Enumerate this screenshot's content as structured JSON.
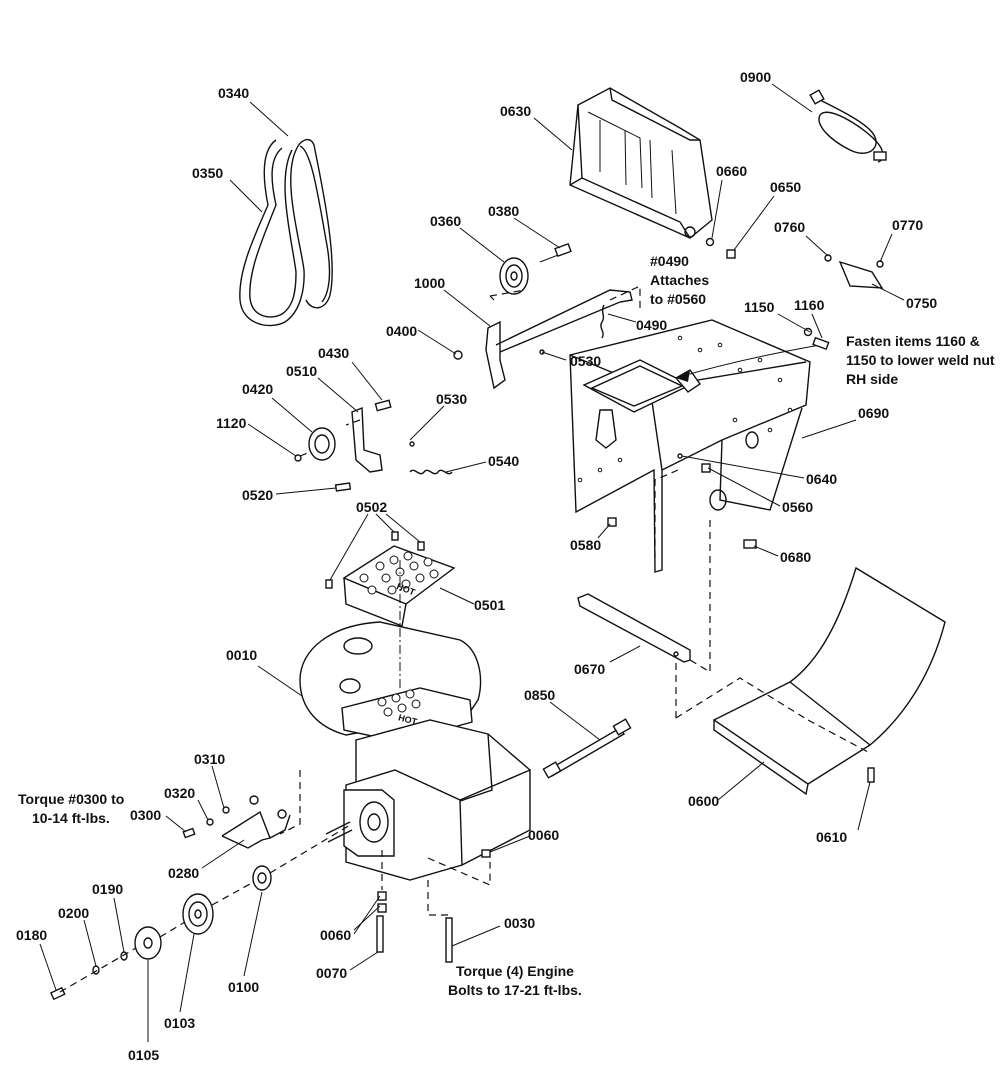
{
  "labels": {
    "p0340": "0340",
    "p0350": "0350",
    "p0630": "0630",
    "p0900": "0900",
    "p0660": "0660",
    "p0650": "0650",
    "p0760": "0760",
    "p0770": "0770",
    "p0750": "0750",
    "p0360": "0360",
    "p0380": "0380",
    "p1000": "1000",
    "p0490": "0490",
    "p0400": "0400",
    "p0530a": "0530",
    "p0430": "0430",
    "p0510": "0510",
    "p0420": "0420",
    "p0530b": "0530",
    "p1120": "1120",
    "p0540": "0540",
    "p0520": "0520",
    "p1150": "1150",
    "p1160": "1160",
    "p0690": "0690",
    "p0640": "0640",
    "p0560": "0560",
    "p0580": "0580",
    "p0680": "0680",
    "p0502": "0502",
    "p0501": "0501",
    "p0010": "0010",
    "p0670": "0670",
    "p0850": "0850",
    "p0310": "0310",
    "p0320": "0320",
    "p0300": "0300",
    "p0280": "0280",
    "p0060a": "0060",
    "p0600": "0600",
    "p0610": "0610",
    "p0190": "0190",
    "p0200": "0200",
    "p0180": "0180",
    "p0060b": "0060",
    "p0030": "0030",
    "p0070": "0070",
    "p0100": "0100",
    "p0103": "0103",
    "p0105": "0105"
  },
  "notes": {
    "attach_1": "#0490",
    "attach_2": "Attaches",
    "attach_3": "to #0560",
    "fasten_1": "Fasten items 1160 &",
    "fasten_2": "1150 to lower weld nut",
    "fasten_3": "RH side",
    "torque300_1": "Torque #0300 to",
    "torque300_2": "10-14 ft-lbs.",
    "torque_eng_1": "Torque (4) Engine",
    "torque_eng_2": "Bolts to 17-21 ft-lbs."
  },
  "stamp": "HOT"
}
